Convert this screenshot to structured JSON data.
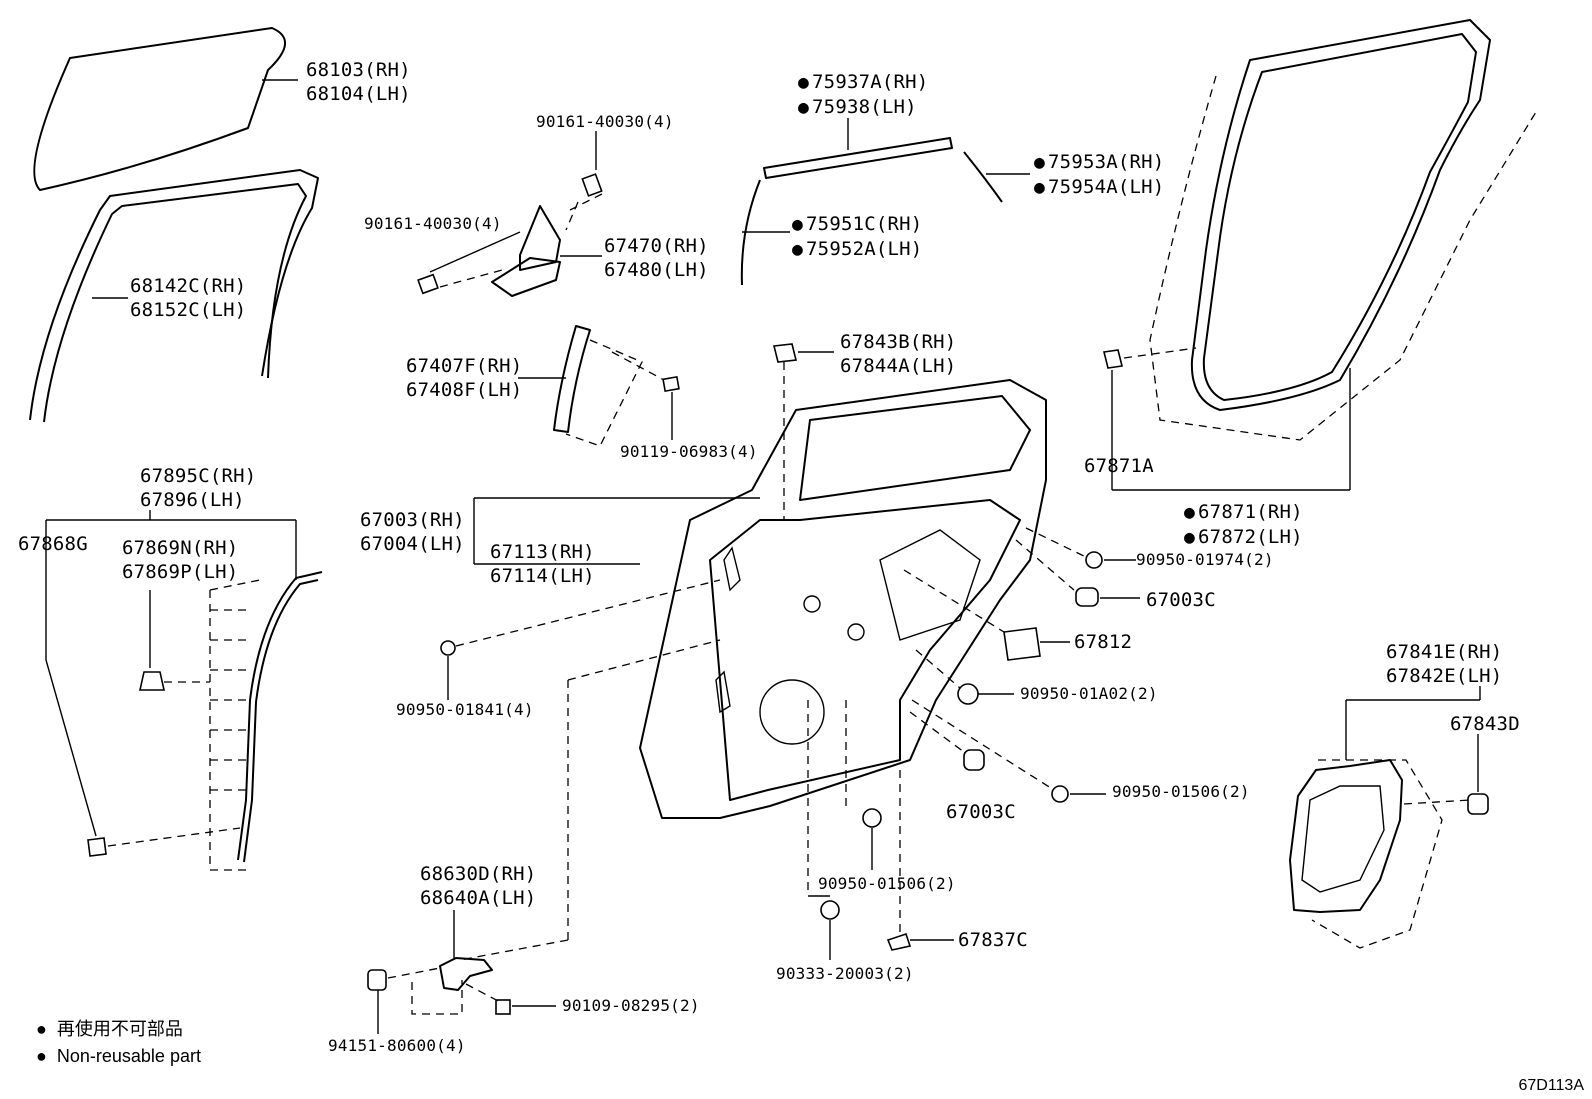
{
  "parts": {
    "glass": [
      "68103(RH)",
      "68104(LH)"
    ],
    "run_channel": [
      "68142C(RH)",
      "68152C(LH)"
    ],
    "screw_upper": [
      "90161-40030(4)"
    ],
    "screw_lower": [
      "90161-40030(4)"
    ],
    "division_bar": [
      "67470(RH)",
      "67480(LH)"
    ],
    "belt_molding_outer": [
      "75937A(RH)",
      "75938(LH)"
    ],
    "molding_rear": [
      "75953A(RH)",
      "75954A(LH)"
    ],
    "molding_front": [
      "75951C(RH)",
      "75952A(LH)"
    ],
    "weatherstrip_outer": [
      "67871(RH)",
      "67872(LH)"
    ],
    "weatherstrip_clip": [
      "67871A"
    ],
    "glass_run_rear": [
      "67407F(RH)",
      "67408F(LH)"
    ],
    "bolt_90119": [
      "90119-06983(4)"
    ],
    "stopper_67843": [
      "67843B(RH)",
      "67844A(LH)"
    ],
    "panel_door": [
      "67003(RH)",
      "67004(LH)"
    ],
    "panel_inner": [
      "67113(RH)",
      "67114(LH)"
    ],
    "weatherstrip_inner": [
      "67895C(RH)",
      "67896(LH)"
    ],
    "clip_67868": [
      "67868G"
    ],
    "clip_67869": [
      "67869N(RH)",
      "67869P(LH)"
    ],
    "plug_01974": [
      "90950-01974(2)"
    ],
    "cushion_upper": [
      "67003C"
    ],
    "tape_67812": [
      "67812"
    ],
    "plug_01a02": [
      "90950-01A02(2)"
    ],
    "plug_01841": [
      "90950-01841(4)"
    ],
    "cushion_lower": [
      "67003C"
    ],
    "plug_01506_right": [
      "90950-01506(2)"
    ],
    "plug_01506_center": [
      "90950-01506(2)"
    ],
    "plug_20003": [
      "90333-20003(2)"
    ],
    "clip_67837": [
      "67837C"
    ],
    "hinge": [
      "68630D(RH)",
      "68640A(LH)"
    ],
    "bolt_94151": [
      "94151-80600(4)"
    ],
    "bolt_08295": [
      "90109-08295(2)"
    ],
    "service_cover": [
      "67841E(RH)",
      "67842E(LH)"
    ],
    "cover_clip": [
      "67843D"
    ]
  },
  "non_reusable": [
    "belt_molding_outer",
    "molding_rear",
    "molding_front",
    "weatherstrip_outer"
  ],
  "legend": {
    "jp": "再使用不可部品",
    "en": "Non-reusable part"
  },
  "figure_code": "67D113A"
}
